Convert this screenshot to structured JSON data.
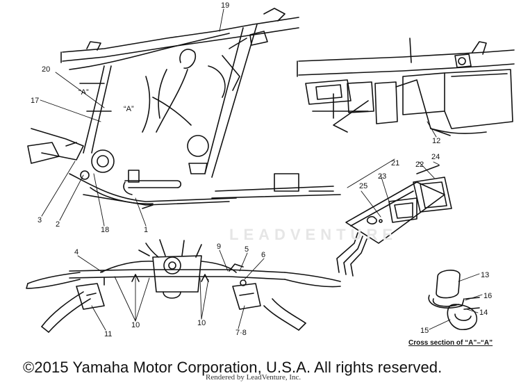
{
  "callouts": {
    "c1": "1",
    "c2": "2",
    "c3": "3",
    "c4": "4",
    "c5": "5",
    "c6": "6",
    "c78": "7·8",
    "c9": "9",
    "c10a": "10",
    "c10b": "10",
    "c11": "11",
    "c12": "12",
    "c13": "13",
    "c14": "14",
    "c15": "15",
    "c16": "16",
    "c17": "17",
    "c18": "18",
    "c19": "19",
    "c20": "20",
    "c21": "21",
    "c22": "22",
    "c23": "23",
    "c24": "24",
    "c25": "25"
  },
  "section_marks": {
    "a1": "“A”",
    "a2": "“A”"
  },
  "section_caption": "Cross section of “A”–“A”",
  "watermark": "LEADVENTURE",
  "copyright": "©2015 Yamaha Motor Corporation, U.S.A. All rights reserved.",
  "rendered_by": "Rendered by LeadVenture, Inc."
}
